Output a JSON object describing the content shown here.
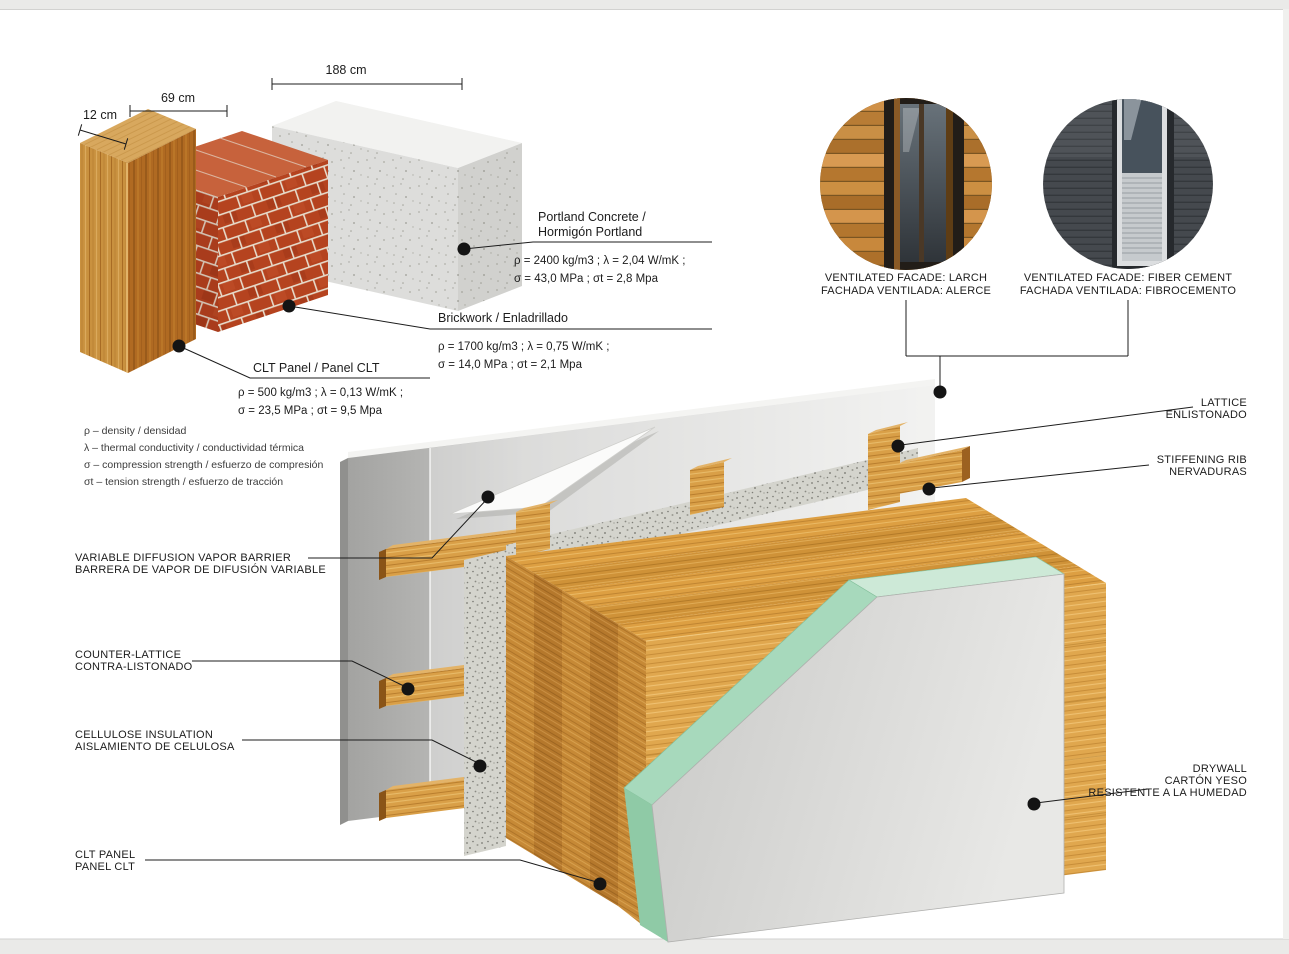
{
  "dims": {
    "clt": "12 cm",
    "brick": "69 cm",
    "concrete": "188 cm"
  },
  "materials": {
    "concrete": {
      "title1": "Portland Concrete /",
      "title2": "Hormigón Portland",
      "props1": "ρ = 2400 kg/m3 ;    λ = 2,04 W/mK ;",
      "props2": "σ = 43,0 MPa ;    σt = 2,8 Mpa"
    },
    "brick": {
      "title": "Brickwork / Enladrillado",
      "props1": "ρ = 1700 kg/m3 ;    λ = 0,75 W/mK ;",
      "props2": "σ = 14,0 MPa ;    σt = 2,1 Mpa"
    },
    "clt": {
      "title": "CLT Panel / Panel CLT",
      "props1": "ρ = 500 kg/m3 ;    λ = 0,13 W/mK ;",
      "props2": "σ = 23,5 MPa ;    σt = 9,5 Mpa"
    }
  },
  "legend": [
    "ρ – density / densidad",
    "λ – thermal conductivity / conductividad térmica",
    "σ – compression strength / esfuerzo de compresión",
    "σt – tension strength / esfuerzo de tracción"
  ],
  "facades": {
    "larch": [
      "VENTILATED FACADE: LARCH",
      "FACHADA VENTILADA: ALERCE"
    ],
    "fiber": [
      "VENTILATED FACADE: FIBER CEMENT",
      "FACHADA VENTILADA: FIBROCEMENTO"
    ]
  },
  "labels": {
    "lattice": [
      "LATTICE",
      "ENLISTONADO"
    ],
    "rib": [
      "STIFFENING RIB",
      "NERVADURAS"
    ],
    "vapor": [
      "VARIABLE DIFFUSION VAPOR BARRIER",
      "BARRERA DE VAPOR DE DIFUSIÓN VARIABLE"
    ],
    "counter": [
      "COUNTER-LATTICE",
      "CONTRA-LISTONADO"
    ],
    "cellulose": [
      "CELLULOSE INSULATION",
      "AISLAMIENTO DE CELULOSA"
    ],
    "clt_panel": [
      "CLT PANEL",
      "PANEL CLT"
    ],
    "drywall": [
      "DRYWALL",
      "CARTÓN YESO",
      "RESISTENTE A LA HUMEDAD"
    ]
  },
  "colors": {
    "wood": "#b5702a",
    "wood_light": "#dca54f",
    "brick": "#b8431f",
    "concrete": "#ddddda",
    "insulation": "#d4d4cd",
    "drywall_green": "#a7d9bc",
    "panel_gray": "#c7c7c5",
    "line": "#1c1c1c"
  }
}
